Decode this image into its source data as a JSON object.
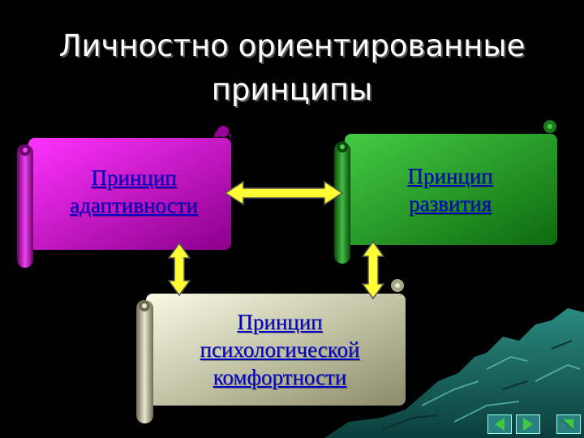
{
  "slide": {
    "title_line1": "Личностно ориентированные",
    "title_line2": "принципы"
  },
  "scrolls": [
    {
      "id": "adaptivity",
      "line1": "Принцип",
      "line2": "адаптивности",
      "color": "#cc00cc"
    },
    {
      "id": "development",
      "line1": "Принцип",
      "line2": "развития",
      "color": "#2ea02e"
    },
    {
      "id": "comfort",
      "line1": "Принцип",
      "line2": "психологической",
      "line3": "комфортности",
      "color": "#c8c8a8"
    }
  ],
  "arrows": {
    "color": "#ffff33"
  },
  "nav": {
    "prev_icon": "triangle-left-icon",
    "next_icon": "triangle-right-icon",
    "end_icon": "end-icon",
    "button_color": "#2a8080",
    "icon_color": "#40c840"
  }
}
